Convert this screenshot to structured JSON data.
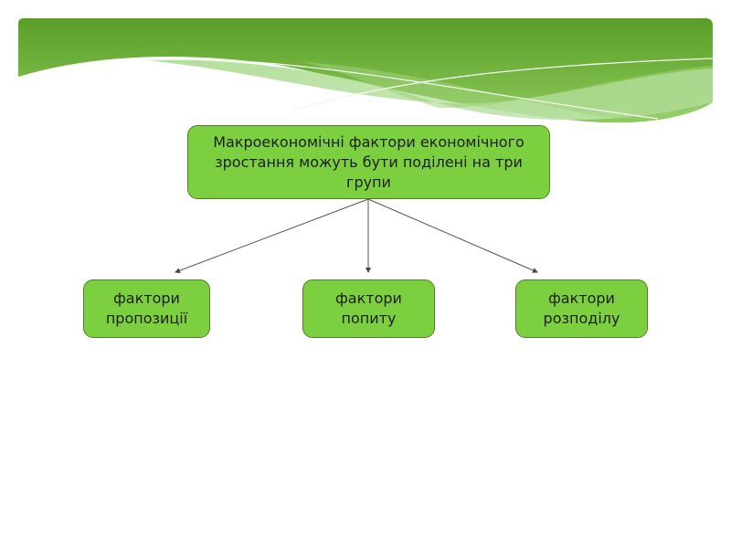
{
  "diagram": {
    "root": {
      "text": "Макроекономічні фактори економічного зростання можуть бути поділені на три групи"
    },
    "children": [
      {
        "line1": "фактори",
        "line2": "пропозиції"
      },
      {
        "line1": "фактори",
        "line2": "попиту"
      },
      {
        "line1": "фактори",
        "line2": "розподілу"
      }
    ]
  },
  "colors": {
    "box_fill": "#7ccf3f",
    "box_border": "#4f7f28",
    "header_dark": "#5c9e2a",
    "header_light": "#8fcb5c",
    "connector": "#555555"
  }
}
